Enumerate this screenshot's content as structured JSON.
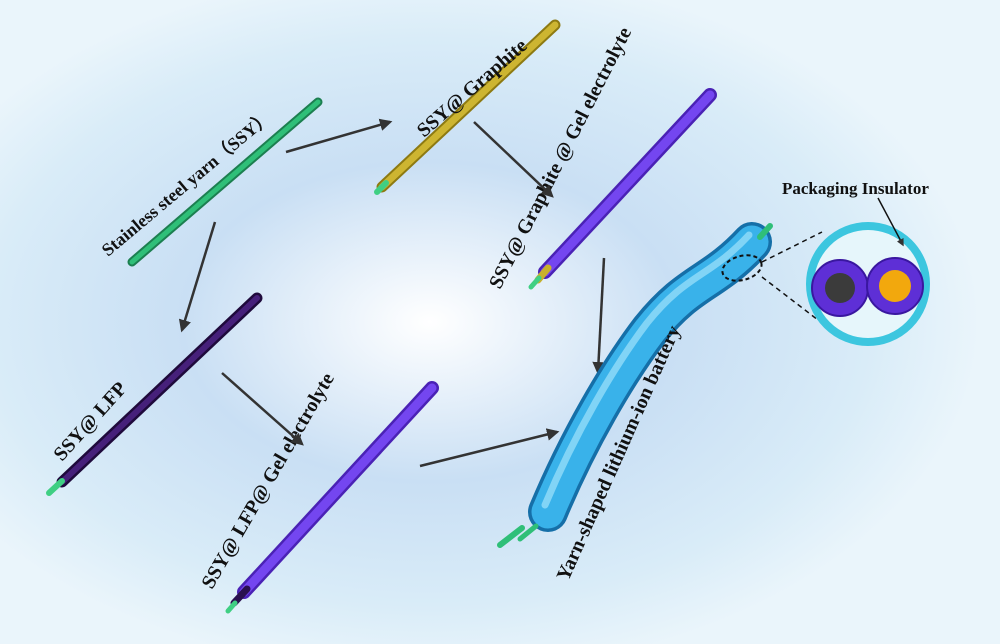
{
  "labels": {
    "ssy": "Stainless steel yarn（SSY）",
    "graphite": "SSY@ Graphite",
    "graphite_gel": "SSY@ Graphite @ Gel electrolyte",
    "lfp": "SSY@ LFP",
    "lfp_gel": "SSY@ LFP@ Gel electrolyte",
    "battery": "Yarn-shaped lithium-ion battery",
    "insulator": "Packaging Insulator"
  },
  "colors": {
    "steel": "#27a86a",
    "steel_tip": "#6fe0a0",
    "graphite": "#b9a222",
    "lfp": "#35175e",
    "gel": "#6a3ae6",
    "battery": "#2ea4e0",
    "inset_ring": "#41c7e0",
    "inset_core_dark": "#3a3a3a",
    "inset_core_yellow": "#f2a80d",
    "arrow": "#333333"
  },
  "icons": [
    "arrow-icon",
    "zoom-ellipse-icon",
    "cross-section-icon"
  ]
}
